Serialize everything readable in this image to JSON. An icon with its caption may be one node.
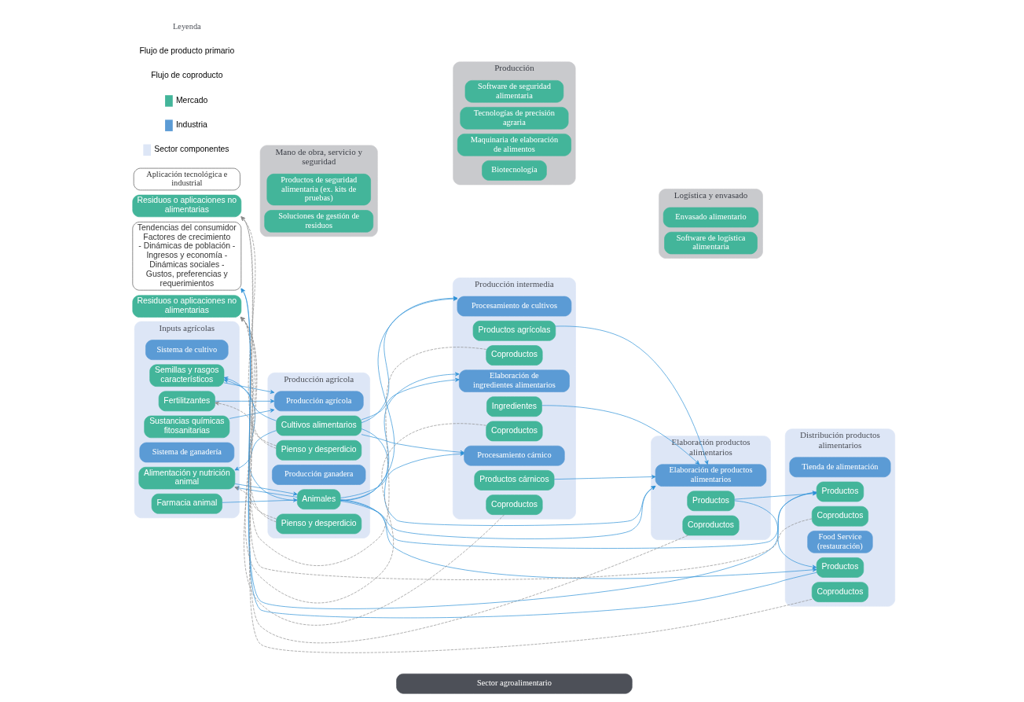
{
  "diagram": {
    "nodes": [
      {
        "text": [
          "Sector agroalimentario"
        ]
      },
      {
        "text": [
          "Residuos o aplicaciones no alimentarias"
        ]
      },
      {
        "text": [
          "Inputs agrícolas"
        ]
      },
      {
        "text": [
          "Sistema de cultivo"
        ],
        "in": 2
      },
      {
        "text": [
          "Semillas y rasgos característicos"
        ],
        "in": 2
      },
      {
        "text": [
          "Fertilitzantes"
        ],
        "in": 2
      },
      {
        "text": [
          "Sustancias químicas fitosanitarias"
        ],
        "in": 2
      },
      {
        "text": [
          "Sistema de ganadería"
        ],
        "in": 2
      },
      {
        "text": [
          "Alimentación y nutrición animal"
        ],
        "in": 2
      },
      {
        "text": [
          "Farmacia animal"
        ],
        "in": 2
      },
      {
        "text": [
          "Producción agrícola"
        ]
      },
      {
        "text": [
          "Producción agrícola"
        ],
        "in": 10
      },
      {
        "text": [
          "Cultivos alimentarios"
        ],
        "in": 10
      },
      {
        "text": [
          "Pienso y desperdicio"
        ],
        "in": 10
      },
      {
        "text": [
          "Producción ganadera"
        ],
        "in": 10
      },
      {
        "text": [
          "Animales"
        ],
        "in": 10
      },
      {
        "text": [
          "Pienso y desperdicio"
        ],
        "in": 10
      },
      {
        "text": [
          "Producción intermedia"
        ]
      },
      {
        "text": [
          "Procesamiento de cultivos"
        ],
        "in": 17
      },
      {
        "text": [
          "Productos agrícolas"
        ],
        "in": 17
      },
      {
        "text": [
          "Coproductos"
        ],
        "in": 17
      },
      {
        "text": [
          "Elaboración de ingredientes alimentarios"
        ],
        "in": 17
      },
      {
        "text": [
          "Ingredientes"
        ],
        "in": 17
      },
      {
        "text": [
          "Coproductos"
        ],
        "in": 17
      },
      {
        "text": [
          "Procesamiento cárnico"
        ],
        "in": 17
      },
      {
        "text": [
          "Productos cárnicos"
        ],
        "in": 17
      },
      {
        "text": [
          "Coproductos"
        ],
        "in": 17
      },
      {
        "text": [
          "Elaboración productos alimentarios"
        ]
      },
      {
        "text": [
          "Elaboración de productos alimentarios"
        ],
        "in": 27
      },
      {
        "text": [
          "Productos"
        ],
        "in": 27
      },
      {
        "text": [
          "Coproductos"
        ],
        "in": 27
      },
      {
        "text": [
          "Distribución productos alimentarios"
        ]
      },
      {
        "text": [
          "Tienda de alimentación"
        ],
        "in": 31
      },
      {
        "text": [
          "Productos"
        ],
        "in": 31
      },
      {
        "text": [
          "Coproductos"
        ],
        "in": 31
      },
      {
        "text": [
          "Food Service (restauración)"
        ],
        "in": 31
      },
      {
        "text": [
          "Productos"
        ],
        "in": 31
      },
      {
        "text": [
          "Coproductos"
        ],
        "in": 31
      },
      {
        "text": [
          "Tendencias del consumidor",
          "Factores de crecimiento",
          "- Dinámicas de población - Ingresos y economía - Dinámicas sociales - Gustos, preferencias y requerimientos"
        ]
      },
      {
        "text": [
          "Residuos o aplicaciones no alimentarias"
        ]
      },
      {
        "text": [
          "Aplicación tecnológica e industrial"
        ]
      },
      {
        "text": [
          "Logística y envasado"
        ]
      },
      {
        "text": [
          "Envasado alimentario"
        ],
        "in": 41
      },
      {
        "text": [
          "Software de logística alimentaria"
        ],
        "in": 41
      },
      {
        "text": [
          "Producción"
        ]
      },
      {
        "text": [
          "Software de seguridad alimentaria"
        ],
        "in": 44
      },
      {
        "text": [
          "Tecnologías de precisión agraria"
        ],
        "in": 44
      },
      {
        "text": [
          "Maquinaria de elaboración de alimentos"
        ],
        "in": 44
      },
      {
        "text": [
          "Biotecnología"
        ],
        "in": 44
      },
      {
        "text": [
          "Mano de obra, servicio y seguridad"
        ]
      },
      {
        "text": [
          "Productos de seguridad alimentaria (ex. kits de pruebas)"
        ],
        "in": 49
      },
      {
        "text": [
          "Soluciones de gestión de residuos"
        ],
        "in": 49
      }
    ],
    "edges": [
      {
        "from": 4,
        "to": 11,
        "arrow": "to"
      },
      {
        "from": 5,
        "to": 11,
        "arrow": "to"
      },
      {
        "from": 6,
        "to": 11,
        "arrow": "to"
      },
      {
        "from": 8,
        "to": 15,
        "arrow": "to"
      },
      {
        "from": 9,
        "to": 15,
        "arrow": "to"
      },
      {
        "from": 12,
        "to": 18,
        "arrow": "to"
      },
      {
        "from": 12,
        "to": 21,
        "arrow": "to"
      },
      {
        "from": 12,
        "to": 24,
        "arrow": "to"
      },
      {
        "from": 12,
        "to": 28,
        "arrow": "to"
      },
      {
        "from": 12,
        "to": 4,
        "arrow": "to"
      },
      {
        "from": 12,
        "to": 8,
        "arrow": "to"
      },
      {
        "from": 15,
        "to": 18,
        "arrow": "to"
      },
      {
        "from": 15,
        "to": 21,
        "arrow": "to"
      },
      {
        "from": 15,
        "to": 24,
        "arrow": "to"
      },
      {
        "from": 15,
        "to": 28,
        "arrow": "to"
      },
      {
        "from": 15,
        "to": 4,
        "arrow": "to"
      },
      {
        "from": 15,
        "to": 8,
        "arrow": "to"
      },
      {
        "from": 15,
        "to": 33,
        "arrow": "to"
      },
      {
        "from": 15,
        "to": 36,
        "arrow": "to"
      },
      {
        "from": 19,
        "to": 28,
        "arrow": "to"
      },
      {
        "from": 22,
        "to": 28,
        "arrow": "to"
      },
      {
        "from": 25,
        "to": 28,
        "arrow": "to"
      },
      {
        "from": 29,
        "to": 33,
        "arrow": "to"
      },
      {
        "from": 29,
        "to": 36,
        "arrow": "to"
      },
      {
        "from": 33,
        "to": 38,
        "arrow": "to"
      },
      {
        "from": 36,
        "to": 38,
        "arrow": "to"
      },
      {
        "from": 13,
        "to": 1,
        "arrow": "to",
        "style": "dashed",
        "color": "#8c8c8c"
      },
      {
        "from": 20,
        "to": 1,
        "arrow": "to",
        "style": "dashed",
        "color": "#8c8c8c"
      },
      {
        "from": 34,
        "to": 1,
        "arrow": "to",
        "style": "dashed",
        "color": "#8c8c8c"
      },
      {
        "from": 13,
        "to": 5,
        "arrow": "to",
        "style": "dashed",
        "color": "#8c8c8c"
      },
      {
        "from": 16,
        "to": 8,
        "arrow": "to",
        "style": "dashed",
        "color": "#8c8c8c"
      },
      {
        "from": 16,
        "to": 39,
        "arrow": "to",
        "style": "dashed",
        "color": "#8c8c8c"
      },
      {
        "from": 23,
        "to": 39,
        "arrow": "to",
        "style": "dashed",
        "color": "#8c8c8c"
      },
      {
        "from": 26,
        "to": 39,
        "arrow": "to",
        "style": "dashed",
        "color": "#8c8c8c"
      },
      {
        "from": 30,
        "to": 39,
        "arrow": "to",
        "style": "dashed",
        "color": "#8c8c8c"
      },
      {
        "from": 37,
        "to": 39,
        "arrow": "to",
        "style": "dashed",
        "color": "#8c8c8c"
      }
    ],
    "labels": [
      "Leyenda"
    ],
    "legend": [
      {
        "text": "Flujo de producto primario"
      },
      {
        "text": "Flujo de coproducto"
      },
      {
        "text": "Mercado",
        "color": "#43b59a"
      },
      {
        "text": "Industria",
        "color": "#5b9bd5"
      },
      {
        "text": "Sector componentes",
        "color": "#dde6f6"
      }
    ]
  }
}
